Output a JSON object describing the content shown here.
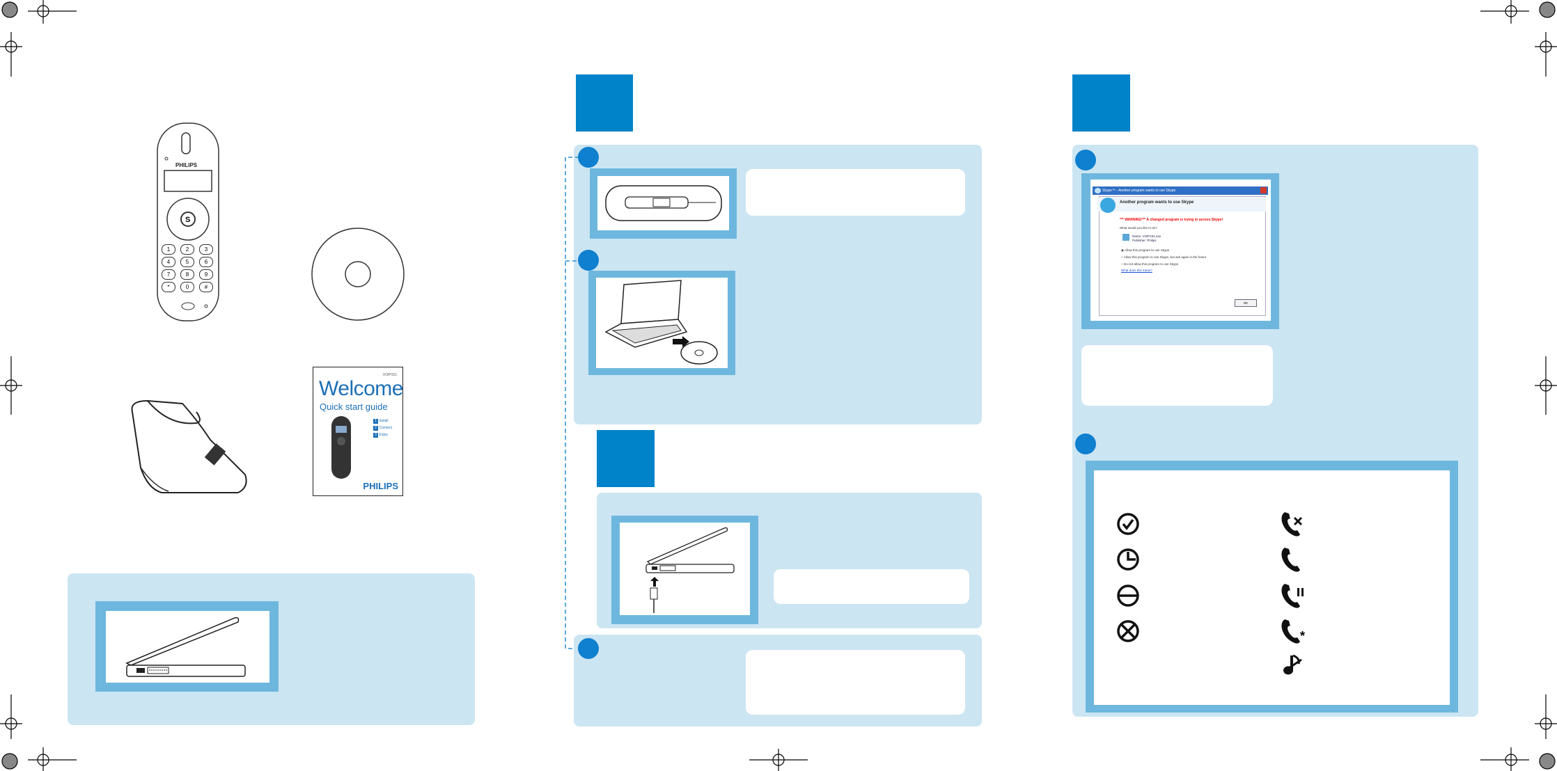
{
  "handset": {
    "brand": "PHILIPS",
    "keys": [
      "1",
      "2",
      "3",
      "4",
      "5",
      "6",
      "7",
      "8",
      "9",
      "*",
      "0",
      "#"
    ]
  },
  "guide": {
    "title": "Welcome",
    "subtitle": "Quick start guide",
    "model": "VOIP151",
    "steps": [
      {
        "num": "1",
        "label": "Install"
      },
      {
        "num": "2",
        "label": "Connect"
      },
      {
        "num": "3",
        "label": "Enjoy"
      }
    ],
    "brand": "PHILIPS"
  },
  "skype_dialog": {
    "title": "Skype™ - Another program wants to use Skype",
    "heading": "Another program wants to use Skype",
    "warning": "*** WARNING*** A changed program is trying to access Skype!",
    "question": "What would you like to do?",
    "program_name": "Name: VOIP151.exe",
    "publisher": "Publisher: Philips",
    "options": [
      "Allow this program to use Skype",
      "Allow this program to use Skype, but ask again in the future",
      "Do not allow this program to use Skype"
    ],
    "link": "What does this mean?",
    "ok": "OK"
  },
  "colors": {
    "accent": "#0083c8",
    "panel": "#cce5f2",
    "frame": "#6db7de"
  }
}
